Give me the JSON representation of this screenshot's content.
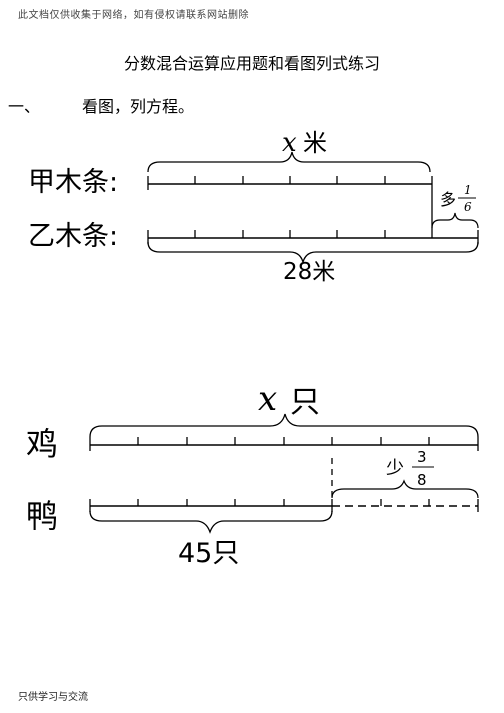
{
  "header_note": "此文档仅供收集于网络，如有侵权请联系网站删除",
  "title": "分数混合运算应用题和看图列式练习",
  "section": {
    "number": "一、",
    "instruction": "看图，列方程。"
  },
  "figure1": {
    "top_label_var": "x",
    "top_label_unit": "米",
    "row1_label": "甲木条:",
    "row2_label": "乙木条:",
    "diff_word": "多",
    "diff_numerator": "1",
    "diff_denominator": "6",
    "bottom_label": "28米"
  },
  "figure2": {
    "top_label_var": "x",
    "top_label_unit": "只",
    "row1_label": "鸡",
    "row2_label": "鸭",
    "diff_word": "少",
    "diff_numerator": "3",
    "diff_denominator": "8",
    "bottom_label": "45只"
  },
  "footer_note": "只供学习与交流"
}
